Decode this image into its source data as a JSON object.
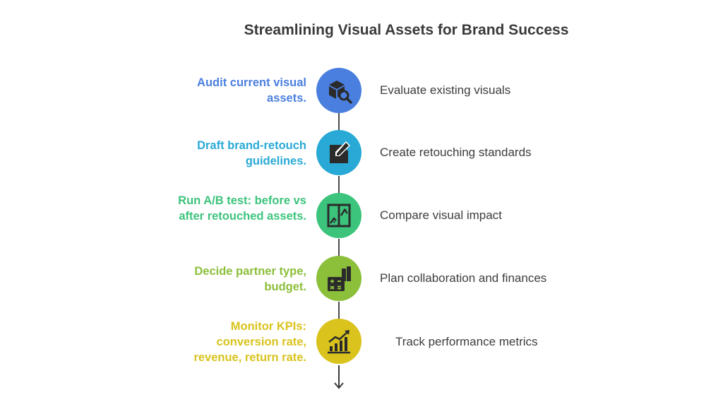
{
  "title": "Streamlining Visual Assets for Brand Success",
  "steps": [
    {
      "title": "Audit current visual assets.",
      "description": "Evaluate existing visuals",
      "icon": "box-search-icon",
      "color": "#4a7fe0"
    },
    {
      "title": "Draft brand-retouch guidelines.",
      "description": "Create retouching standards",
      "icon": "pencil-edit-icon",
      "color": "#29a9d6"
    },
    {
      "title": "Run A/B test: before vs after retouched assets.",
      "description": "Compare visual impact",
      "icon": "comparison-window-icon",
      "color": "#3cc47c"
    },
    {
      "title": "Decide partner type, budget.",
      "description": "Plan collaboration and finances",
      "icon": "calculator-buildings-icon",
      "color": "#8cbf3a"
    },
    {
      "title": "Monitor KPIs: conversion rate, revenue, return rate.",
      "description": "Track performance metrics",
      "icon": "growth-chart-icon",
      "color": "#d9c31c"
    }
  ]
}
